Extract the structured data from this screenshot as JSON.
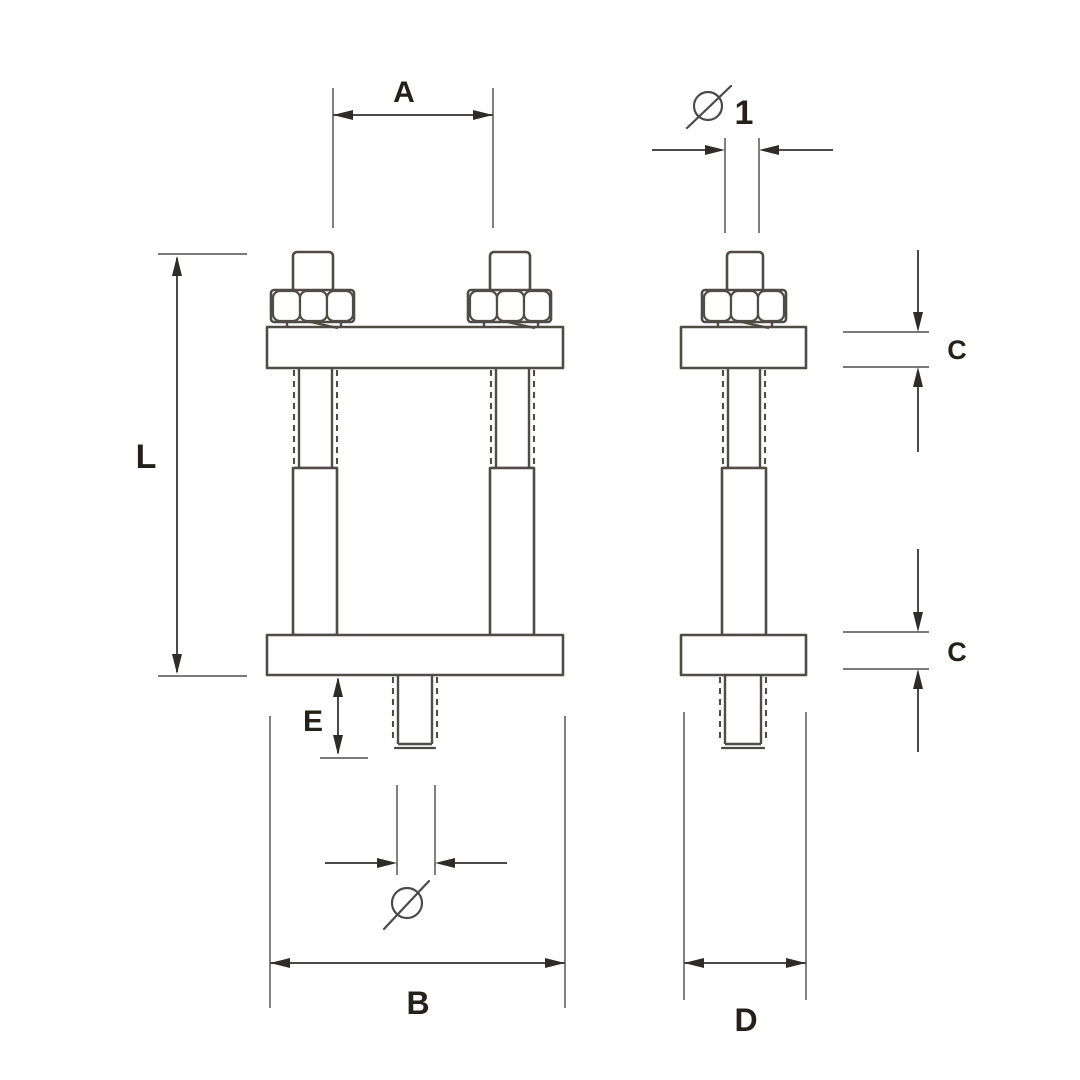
{
  "colors": {
    "background": "#ffffff",
    "fill": "#ffffff",
    "line": "#4f4b47",
    "dimension": "#4a4a4a",
    "extension": "#7a7a7a",
    "arrow": "#2e2b28",
    "text": "#26201a"
  },
  "labels": {
    "a": "A",
    "dia1_symbol": "Ø",
    "dia1_number": "1",
    "l": "L",
    "c_top": "C",
    "c_bottom": "C",
    "e": "E",
    "dia_symbol": "Ø",
    "b": "B",
    "d": "D"
  }
}
